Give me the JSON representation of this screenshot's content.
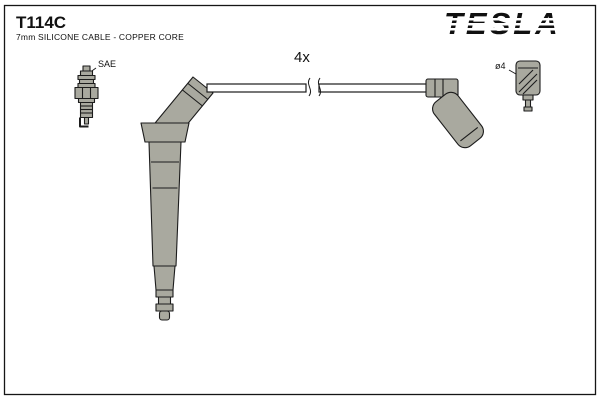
{
  "header": {
    "part_number": "T114C",
    "subtitle": "7mm SILICONE CABLE - COPPER CORE",
    "brand": "TESLA"
  },
  "diagram": {
    "spark_plug_label": "SAE",
    "quantity_label": "4x",
    "diameter_label": "ø4"
  },
  "colors": {
    "outline": "#1c1c1c",
    "part_fill": "#a9a99f",
    "background": "#ffffff"
  }
}
